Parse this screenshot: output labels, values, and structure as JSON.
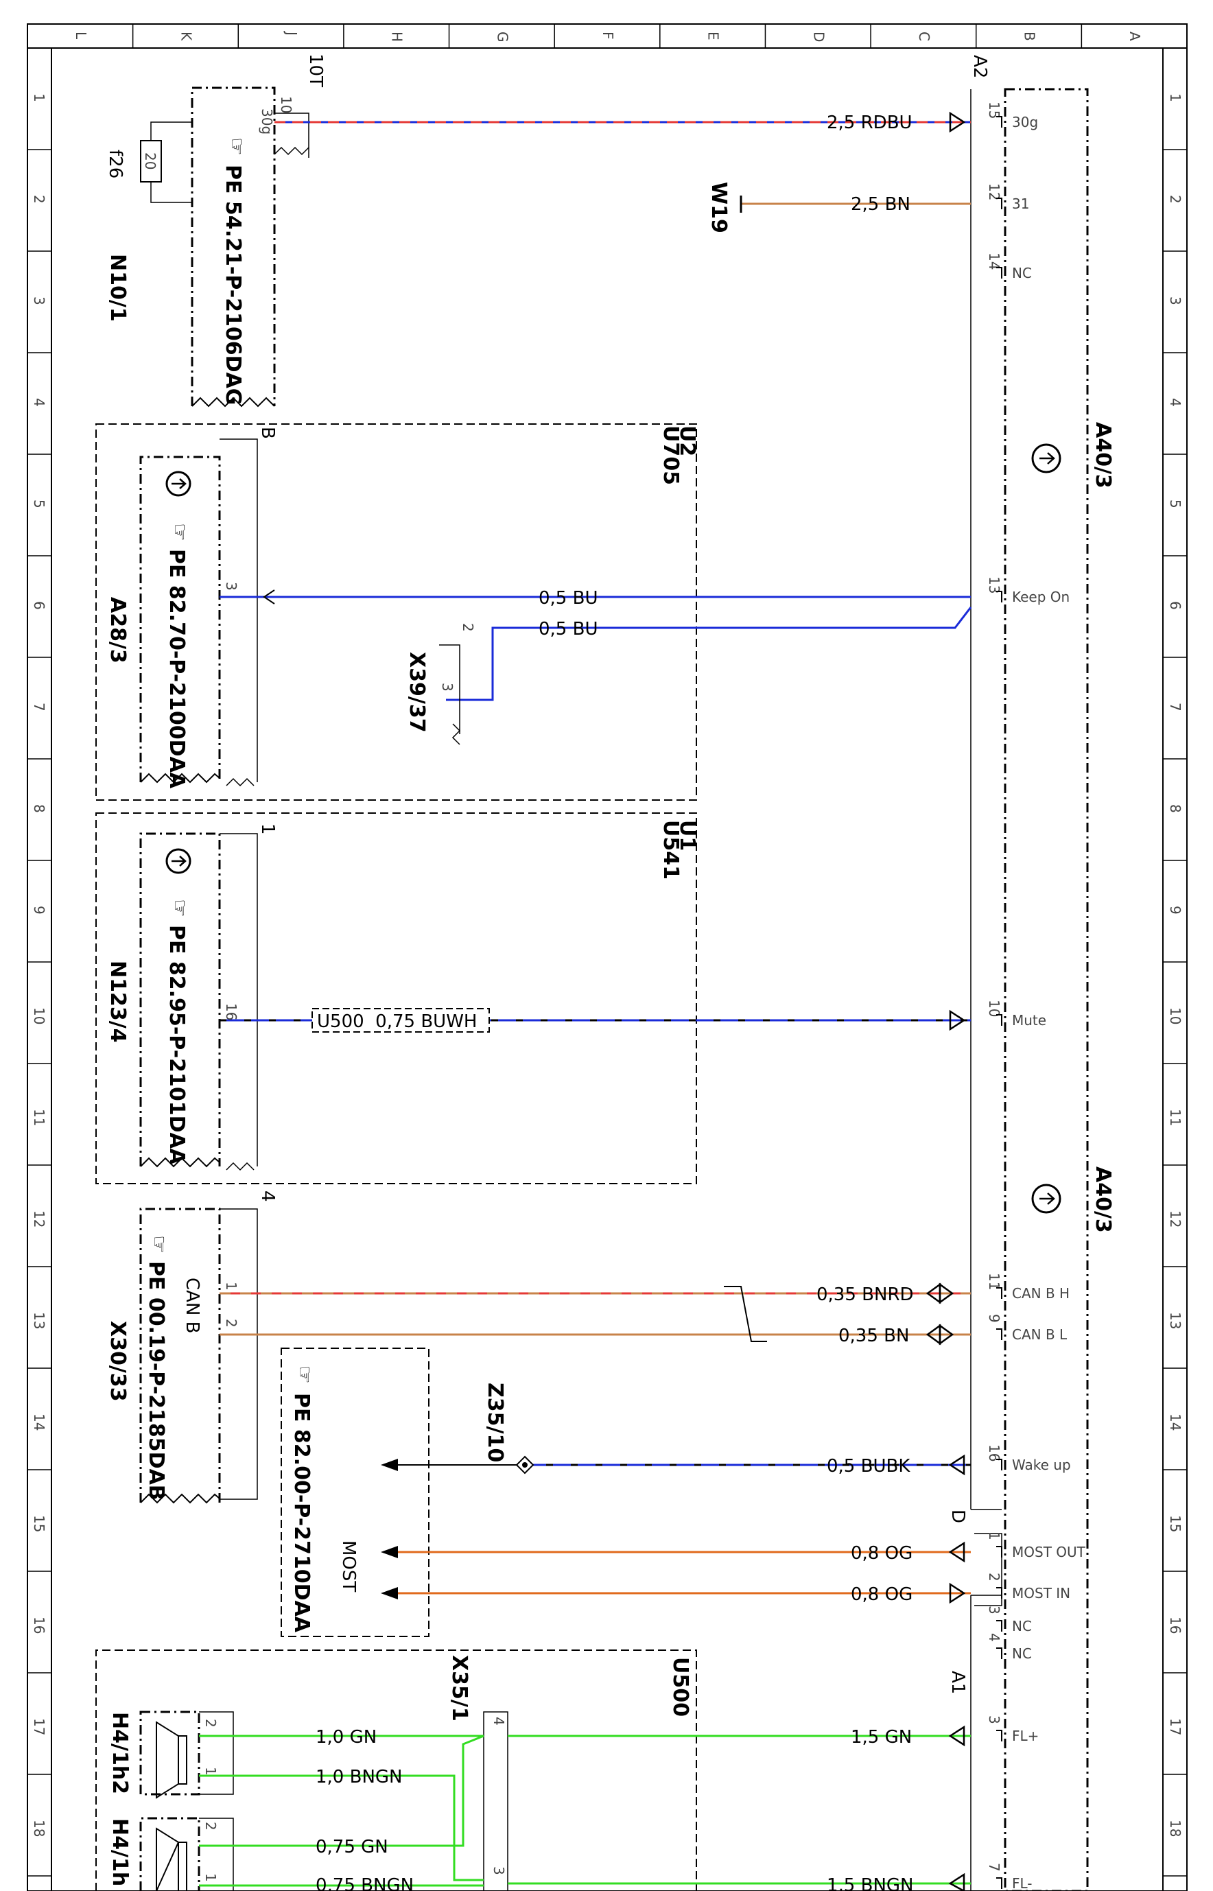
{
  "diagram": {
    "grid_letters": [
      "L",
      "K",
      "J",
      "H",
      "G",
      "F",
      "E",
      "D",
      "C",
      "B",
      "A"
    ],
    "grid_numbers": [
      "1",
      "2",
      "3",
      "4",
      "5",
      "6",
      "7",
      "8",
      "9",
      "10",
      "11",
      "12",
      "13",
      "14",
      "15",
      "16",
      "17",
      "18"
    ],
    "components": {
      "n10_1": "N10/1",
      "f26": "f26",
      "f26_value": "20",
      "ref_n10_1": "PE 54.21-P-2106DAG",
      "conn_10t": "10T",
      "pin_10": "10",
      "pin_30g": "30g",
      "w19": "W19",
      "a2": "A2",
      "a40_3_top": "A40/3",
      "a40_3_bottom": "A40/3",
      "u2": "U2",
      "u705": "U705",
      "conn_b": "B",
      "a28_3": "A28/3",
      "ref_a28_3": "PE 82.70-P-2100DAA",
      "pin_a28_3": "3",
      "x39_37": "X39/37",
      "x39_pin2": "2",
      "x39_pin3": "3",
      "u1": "U1",
      "u541": "U541",
      "n123_4": "N123/4",
      "ref_n123_4": "PE 82.95-P-2101DAA",
      "pin_n123_16": "16",
      "conn_1": "1",
      "conn_4": "4",
      "x30_33": "X30/33",
      "ref_x30_33": "PE 00.19-P-2185DAB",
      "can_b": "CAN B",
      "pin_x30_1": "1",
      "pin_x30_2": "2",
      "ref_most": "PE 82.00-P-2710DAA",
      "most": "MOST",
      "z35_10": "Z35/10",
      "u500": "U500",
      "x35_1": "X35/1",
      "pin_x35_4": "4",
      "pin_x35_3": "3",
      "conn_d": "D",
      "a1": "A1",
      "h4_1h2": "H4/1h2",
      "h4_1h": "H4/1h",
      "pin_h2_2": "2",
      "pin_h2_1": "1",
      "pin_h1_2": "2",
      "pin_h1_1": "1"
    },
    "a40_pins": [
      {
        "num": "15",
        "label": "30g"
      },
      {
        "num": "12",
        "label": "31"
      },
      {
        "num": "14",
        "label": "NC"
      },
      {
        "num": "13",
        "label": "Keep On"
      },
      {
        "num": "10",
        "label": "Mute"
      },
      {
        "num": "11",
        "label": "CAN B H"
      },
      {
        "num": "9",
        "label": "CAN B L"
      },
      {
        "num": "16",
        "label": "Wake up"
      },
      {
        "num": "1",
        "label": "MOST OUT"
      },
      {
        "num": "2",
        "label": "MOST IN"
      },
      {
        "num": "3",
        "label": "NC"
      },
      {
        "num": "4",
        "label": "NC"
      },
      {
        "num": "3",
        "label": "FL+"
      },
      {
        "num": "7",
        "label": "FL-"
      }
    ],
    "wires": [
      {
        "label": "2,5 RDBU",
        "color": "#e53935"
      },
      {
        "label": "2,5 BN",
        "color": "#c8834a"
      },
      {
        "label": "0,5 BU",
        "color": "#1a2bd8"
      },
      {
        "label": "0,5 BU",
        "color": "#1a2bd8"
      },
      {
        "label": "U500  0,75 BUWH",
        "color": "#1a2bd8"
      },
      {
        "label": "0,35 BNRD",
        "color": "#e53935"
      },
      {
        "label": "0,35 BN",
        "color": "#c8834a"
      },
      {
        "label": "0,5 BUBK",
        "color": "#1a2bd8"
      },
      {
        "label": "0,8 OG",
        "color": "#e06a1c"
      },
      {
        "label": "0,8 OG",
        "color": "#e06a1c"
      },
      {
        "label": "1,0 GN",
        "color": "#33dd22"
      },
      {
        "label": "1,0 BNGN",
        "color": "#33dd22"
      },
      {
        "label": "0,75 GN",
        "color": "#33dd22"
      },
      {
        "label": "0,75 BNGN",
        "color": "#33dd22"
      },
      {
        "label": "1,5 GN",
        "color": "#33dd22"
      },
      {
        "label": "1,5 BNGN",
        "color": "#33dd22"
      }
    ]
  }
}
